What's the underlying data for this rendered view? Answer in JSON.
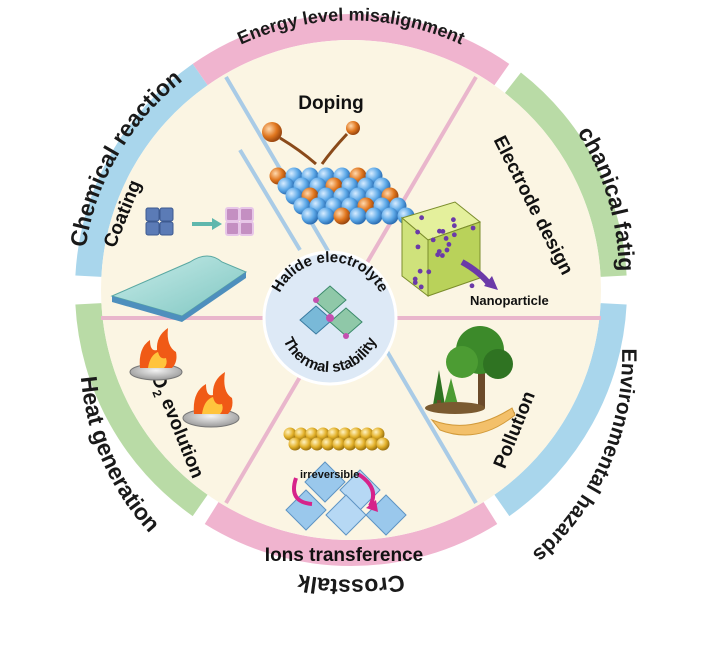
{
  "center": {
    "title": "Halide electrolyte",
    "subtitle": "Thermal stability"
  },
  "outer_ring": [
    {
      "id": "energy",
      "label": "Energy level misalignment",
      "color": "#f0b4cf"
    },
    {
      "id": "mech",
      "label": "Mechanical fatigue",
      "color": "#b9dba6"
    },
    {
      "id": "env",
      "label": "Environmental hazards",
      "color": "#a9d6ec"
    },
    {
      "id": "crosstalk",
      "label": "Crosstalk",
      "color": "#f0b4cf"
    },
    {
      "id": "heat",
      "label": "Heat generation",
      "color": "#b9dba6"
    },
    {
      "id": "chem",
      "label": "Chemical reaction",
      "color": "#a9d6ec"
    }
  ],
  "sectors": {
    "doping": "Doping",
    "electrode": "Electrode design",
    "nanoparticle": "Nanoparticle",
    "pollution": "Pollution",
    "ions": "Ions transference",
    "irreversible": "irreversible",
    "o2_main": "O",
    "o2_sub": "2",
    "o2_rest": " evolution",
    "coating": "Coating"
  },
  "colors": {
    "inner_fill": "#fbf5e3",
    "divider_blue": "#a9cbe6",
    "divider_pink": "#e9b6cc",
    "center_fill": "#dde9f6",
    "sphere_blue": "#5da9e8",
    "sphere_orange": "#e0761e",
    "gold": "#e3b12a",
    "flame": "#f05a16",
    "tree": "#3c8a2a",
    "arrow_purple": "#6b3aa8",
    "arrow_magenta": "#d6238a",
    "cube_green": "#cfe27b"
  }
}
